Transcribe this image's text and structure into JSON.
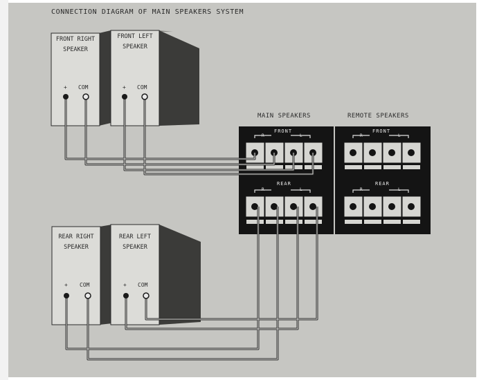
{
  "title": "CONNECTION DIAGRAM OF MAIN SPEAKERS SYSTEM",
  "speakers": {
    "front_right": {
      "line1": "FRONT RIGHT",
      "line2": "SPEAKER"
    },
    "front_left": {
      "line1": "FRONT LEFT",
      "line2": "SPEAKER"
    },
    "rear_right": {
      "line1": "REAR RIGHT",
      "line2": "SPEAKER"
    },
    "rear_left": {
      "line1": "REAR LEFT",
      "line2": "SPEAKER"
    }
  },
  "terminals": {
    "plus": "+",
    "com": "COM"
  },
  "panels": {
    "main": {
      "label": "MAIN SPEAKERS",
      "front": "FRONT",
      "rear": "REAR",
      "r": "R",
      "l": "L"
    },
    "remote": {
      "label": "REMOTE SPEAKERS",
      "front": "FRONT",
      "rear": "REAR",
      "r": "R",
      "l": "L"
    }
  },
  "colors": {
    "background": "#c6c6c2",
    "panel": "#141414",
    "cabinet_face": "#dcdcd8",
    "cabinet_side": "#3a3a38",
    "wire": "#2c2c2c"
  }
}
